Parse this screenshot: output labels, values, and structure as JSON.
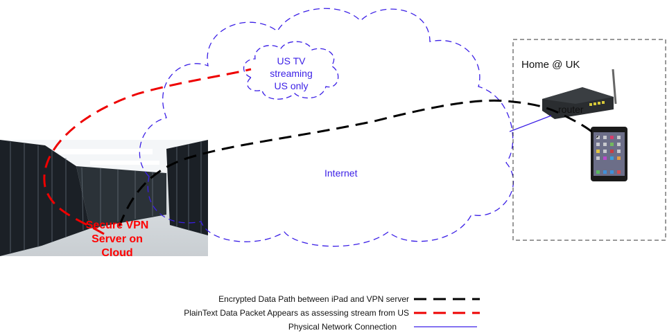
{
  "labels": {
    "home": "Home @ UK",
    "router": "router",
    "internet": "Internet",
    "us_tv": [
      "US TV",
      "streaming",
      "US only"
    ],
    "server": [
      "Secure VPN",
      "Server on",
      "Cloud"
    ]
  },
  "legend": [
    {
      "label": "Encrypted Data Path between iPad and VPN server",
      "style": "black-dash"
    },
    {
      "label": "PlainText Data Packet Appears as assessing stream from US",
      "style": "red-dash"
    },
    {
      "label": "Physical Network Connection",
      "style": "blue-line"
    }
  ],
  "colors": {
    "cloud": "#3a1ee6",
    "encrypted": "#000000",
    "plaintext": "#ee0000",
    "physical": "#3a1ee6",
    "server_text": "#ff0000"
  }
}
